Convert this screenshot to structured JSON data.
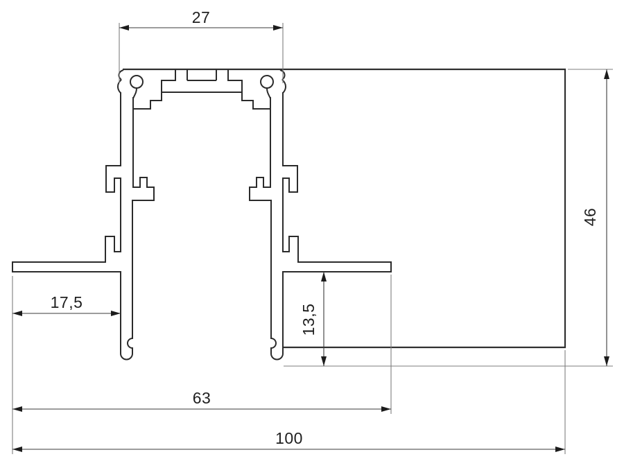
{
  "drawing": {
    "title": "recessed-track-profile-cross-section",
    "colors": {
      "profile_line": "#2b2b2b",
      "dimension_line": "#3a3a3a",
      "extension_line": "#7d7d7d",
      "background": "#ffffff",
      "text": "#1f1f1f"
    },
    "dimensions": {
      "slot_width": {
        "label": "27",
        "orientation": "horizontal"
      },
      "flange_width": {
        "label": "17,5",
        "orientation": "horizontal"
      },
      "recess_depth": {
        "label": "13,5",
        "orientation": "vertical"
      },
      "body_width": {
        "label": "63",
        "orientation": "horizontal"
      },
      "overall_width": {
        "label": "100",
        "orientation": "horizontal"
      },
      "overall_height": {
        "label": "46",
        "orientation": "vertical"
      }
    }
  }
}
